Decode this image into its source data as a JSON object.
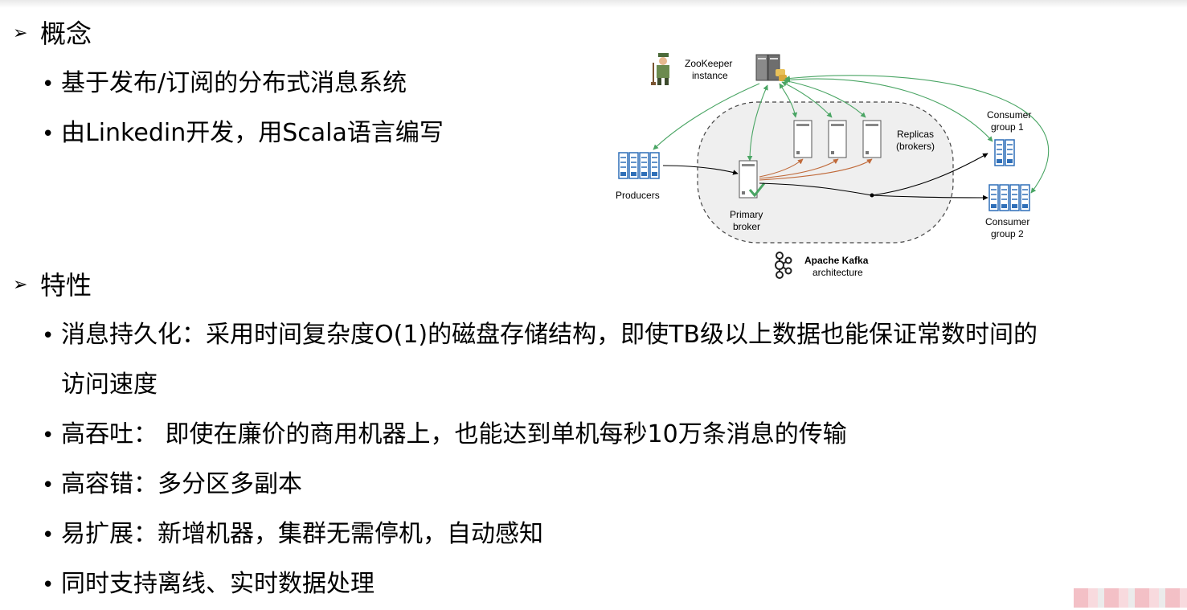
{
  "sections": [
    {
      "heading": "概念",
      "bullets": [
        "基于发布/订阅的分布式消息系统",
        "由Linkedin开发，用Scala语言编写"
      ]
    },
    {
      "heading": "特性",
      "bullets": [
        "消息持久化：采用时间复杂度O(1)的磁盘存储结构，即使TB级以上数据也能保证常数时间的",
        "访问速度",
        "高吞吐： 即使在廉价的商用机器上，也能达到单机每秒10万条消息的传输",
        "高容错：多分区多副本",
        "易扩展：新增机器，集群无需停机，自动感知",
        "同时支持离线、实时数据处理"
      ]
    }
  ],
  "diagram": {
    "zookeeper_line1": "ZooKeeper",
    "zookeeper_line2": "instance",
    "producers": "Producers",
    "primary_line1": "Primary",
    "primary_line2": "broker",
    "replicas_line1": "Replicas",
    "replicas_line2": "(brokers)",
    "consumer1_line1": "Consumer",
    "consumer1_line2": "group 1",
    "consumer2_line1": "Consumer",
    "consumer2_line2": "group 2",
    "caption_title": "Apache Kafka",
    "caption_sub": "architecture",
    "colors": {
      "zk_link": "#4aa564",
      "replication": "#c06a3a",
      "flow": "#000000",
      "client_blue": "#2f6fb8",
      "cluster_fill": "#efefef"
    }
  }
}
